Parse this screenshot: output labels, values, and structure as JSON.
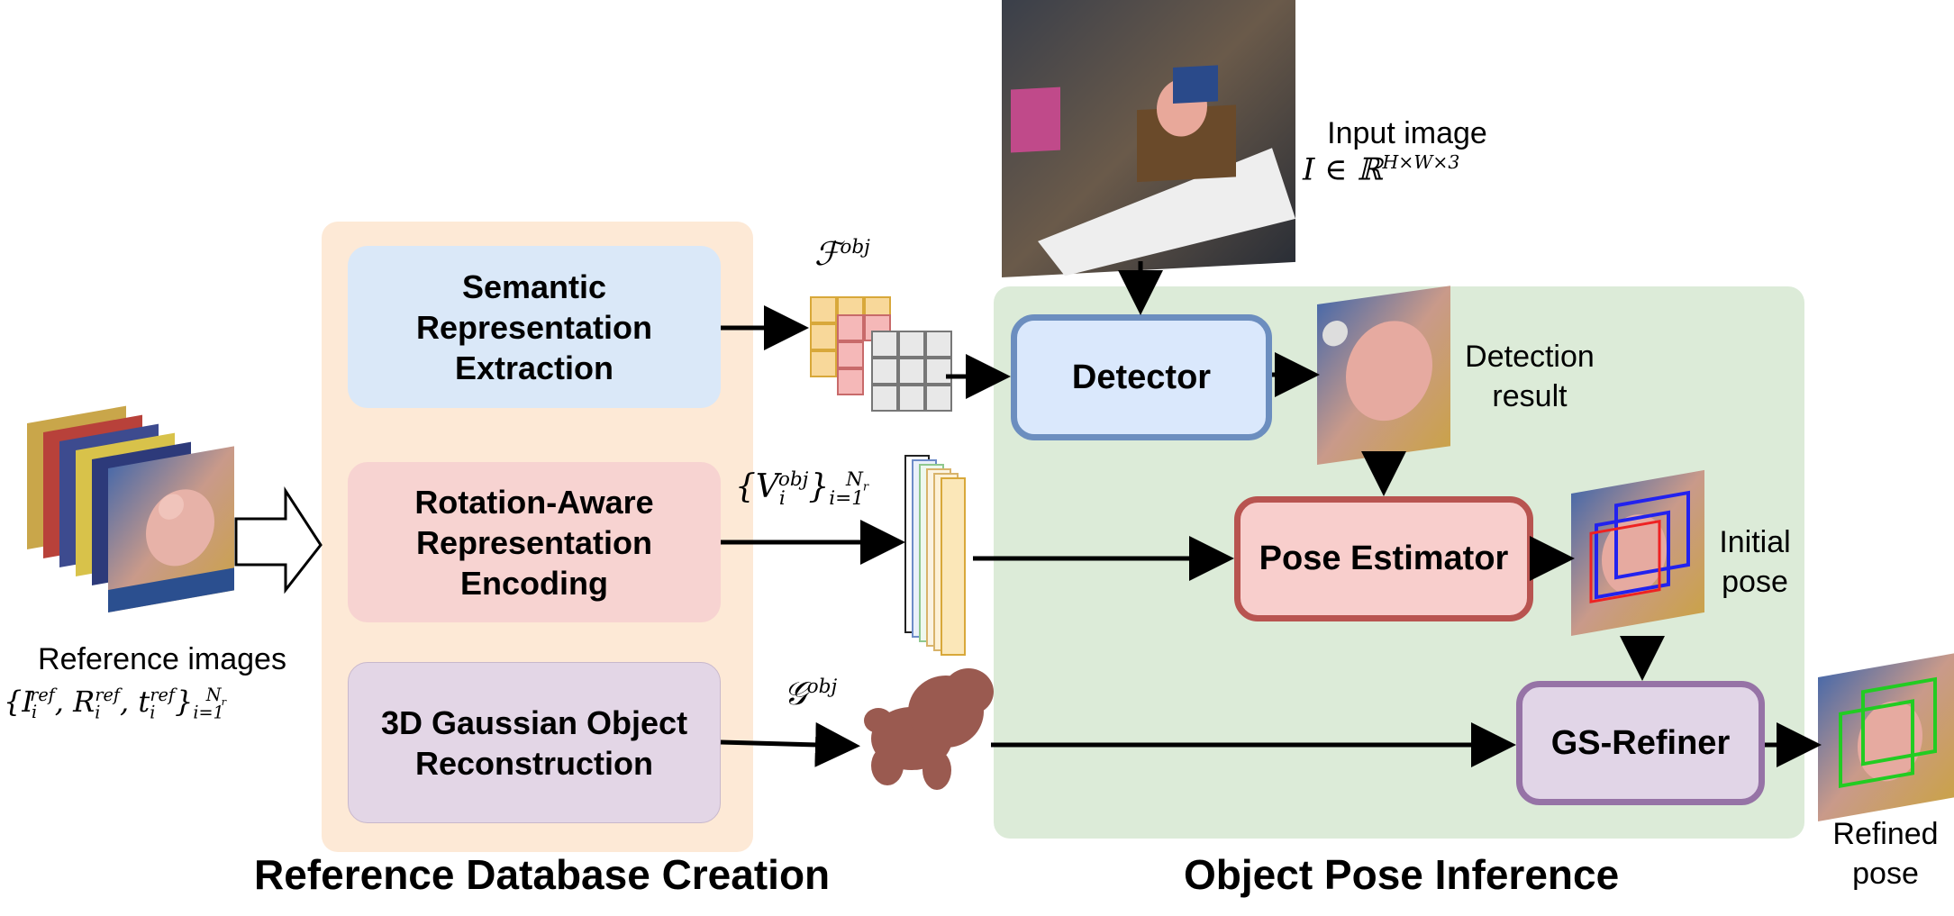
{
  "sections": {
    "left": "Reference Database Creation",
    "right": "Object Pose Inference"
  },
  "left_boxes": {
    "semantic": "Semantic Representation Extraction",
    "rotation": "Rotation-Aware Representation Encoding",
    "gaussian": "3D Gaussian Object Reconstruction"
  },
  "modules": {
    "detector": "Detector",
    "pose_estimator": "Pose Estimator",
    "gs_refiner": "GS-Refiner"
  },
  "labels": {
    "reference_images": "Reference images",
    "input_image": "Input image",
    "detection_result": "Detection result",
    "initial_pose": "Initial pose",
    "refined_pose": "Refined pose"
  },
  "math": {
    "ref_set": "{I_i^ref, R_i^ref, t_i^ref}_{i=1}^{N_r}",
    "input_space": "I ∈ ℝ^{H×W×3}",
    "f_obj": "ℱ^obj",
    "v_obj": "{V_i^obj}_{i=1}^{N_r}",
    "g_obj": "𝒢^obj"
  },
  "colors": {
    "left_panel": "#fde9d6",
    "right_panel": "#dcebd8",
    "semantic": "#dae8f8",
    "rotation": "#f7d3d1",
    "gaussian": "#e3d6e6",
    "detector_border": "#6c8ebf",
    "detector_fill": "#dae8fc",
    "pose_border": "#b85450",
    "pose_fill": "#f8cecc",
    "refiner_border": "#9673a6",
    "refiner_fill": "#e1d5e7"
  }
}
